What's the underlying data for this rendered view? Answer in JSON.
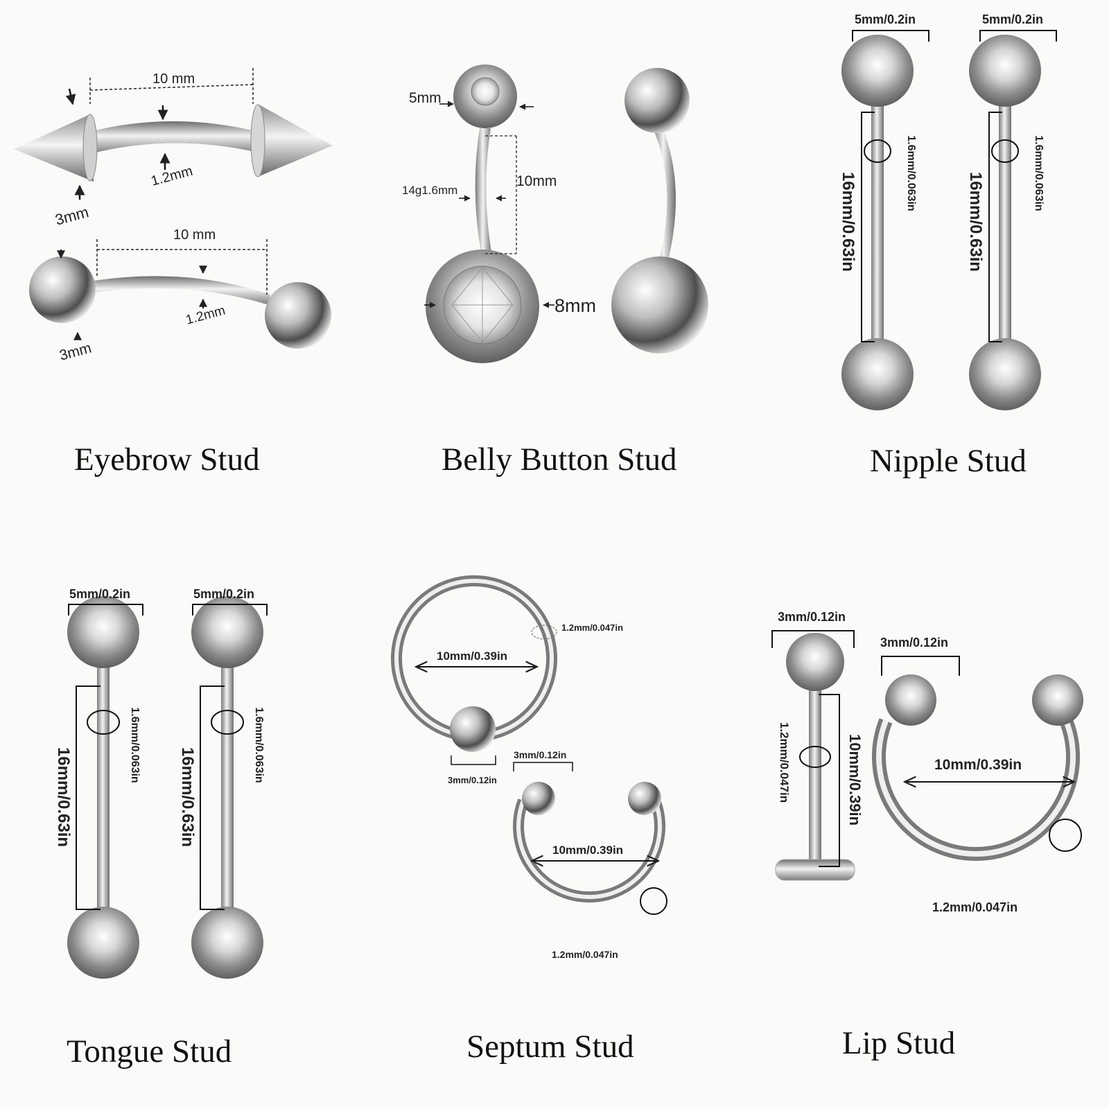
{
  "captions": {
    "eyebrow": "Eyebrow Stud",
    "belly": "Belly Button Stud",
    "nipple": "Nipple Stud",
    "tongue": "Tongue Stud",
    "septum": "Septum Stud",
    "lip": "Lip Stud"
  },
  "eyebrow": {
    "spike": {
      "length": "10 mm",
      "ball": "3mm",
      "gauge": "1.2mm"
    },
    "ball": {
      "length": "10 mm",
      "ball": "3mm",
      "gauge": "1.2mm"
    }
  },
  "belly": {
    "top_ball": "5mm",
    "gauge": "14g1.6mm",
    "length": "10mm",
    "bottom_ball": "8mm"
  },
  "nipple": {
    "ball": "5mm/0.2in",
    "gauge": "1.6mm/0.063in",
    "length": "16mm/0.63in"
  },
  "tongue": {
    "ball": "5mm/0.2in",
    "gauge": "1.6mm/0.063in",
    "length": "16mm/0.63in"
  },
  "septum": {
    "ring_gauge": "1.2mm/0.047in",
    "ring_diameter": "10mm/0.39in",
    "ring_ball": "3mm/0.12in",
    "horseshoe_ball": "3mm/0.12in",
    "horseshoe_diameter": "10mm/0.39in",
    "horseshoe_gauge": "1.2mm/0.047in"
  },
  "lip": {
    "labret_ball": "3mm/0.12in",
    "labret_gauge": "1.2mm/0.047in",
    "labret_length": "10mm/0.39in",
    "horseshoe_ball": "3mm/0.12in",
    "horseshoe_diameter": "10mm/0.39in",
    "horseshoe_gauge": "1.2mm/0.047in"
  },
  "colors": {
    "background": "#fafaf8",
    "metal_light": "#f4f4f4",
    "metal_dark": "#5a5a5a",
    "text": "#222222"
  }
}
